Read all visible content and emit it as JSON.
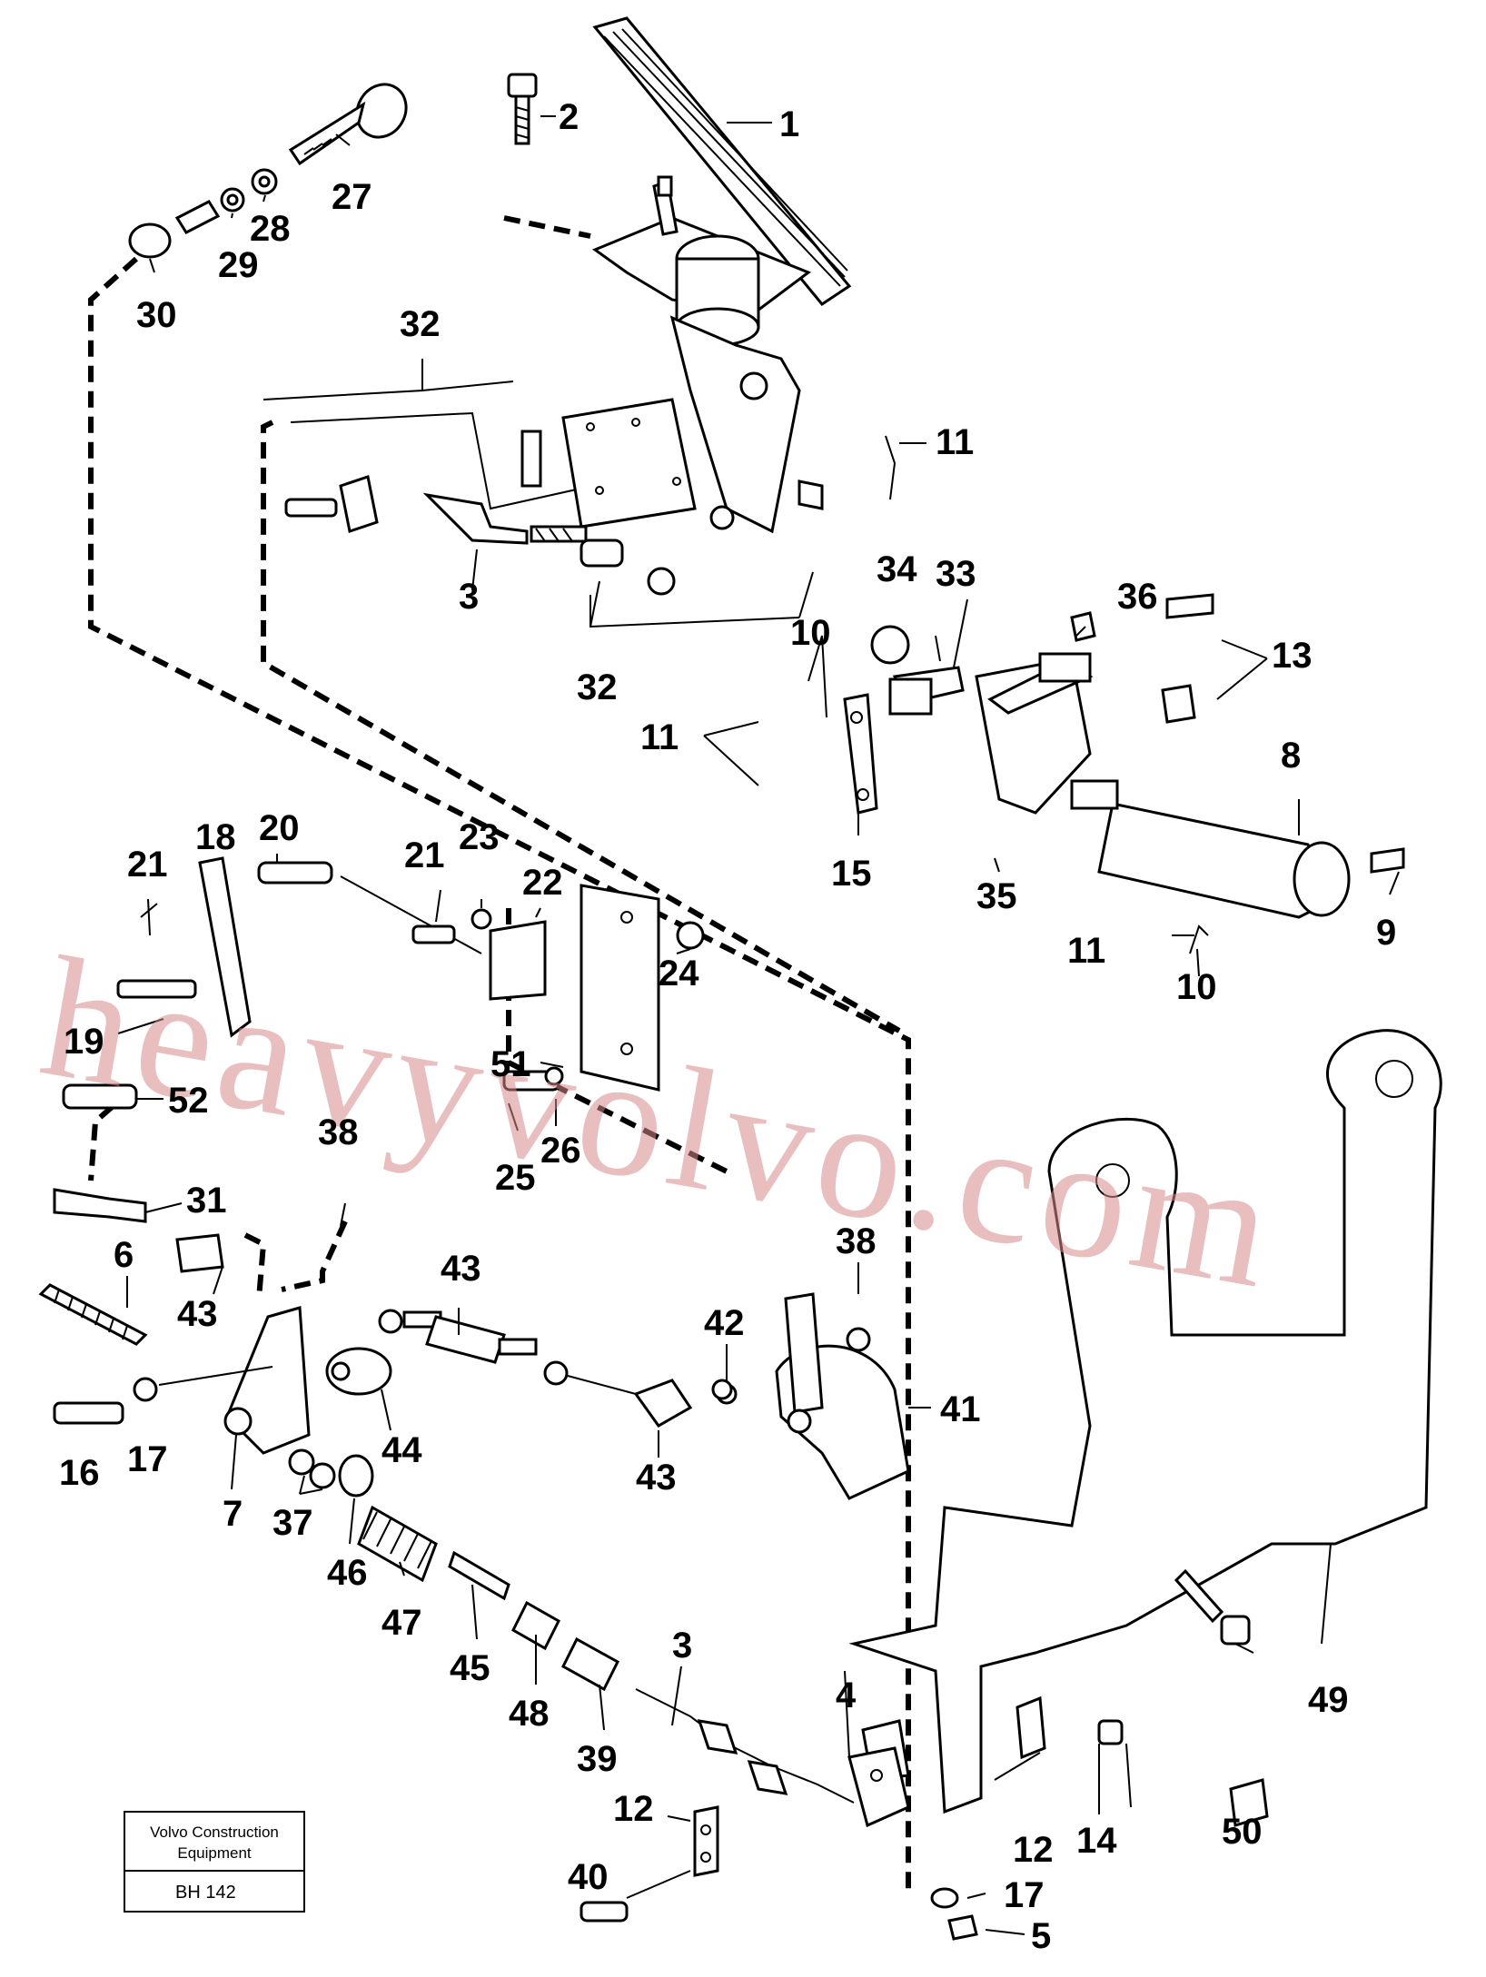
{
  "diagram": {
    "watermark": "heavyvolvo.com",
    "title_block": {
      "line1": "Volvo Construction",
      "line2": "Equipment",
      "code": "BH 142"
    },
    "part_labels": {
      "p1": "1",
      "p2": "2",
      "p3a": "3",
      "p3b": "3",
      "p4": "4",
      "p5": "5",
      "p6": "6",
      "p7": "7",
      "p8": "8",
      "p9": "9",
      "p10a": "10",
      "p10b": "10",
      "p11a": "11",
      "p11b": "11",
      "p11c": "11",
      "p12a": "12",
      "p12b": "12",
      "p13": "13",
      "p14": "14",
      "p15": "15",
      "p16": "16",
      "p17a": "17",
      "p17b": "17",
      "p18": "18",
      "p19": "19",
      "p20": "20",
      "p21a": "21",
      "p21b": "21",
      "p22": "22",
      "p23": "23",
      "p24": "24",
      "p25": "25",
      "p26": "26",
      "p27": "27",
      "p28": "28",
      "p29": "29",
      "p30": "30",
      "p31": "31",
      "p32a": "32",
      "p32b": "32",
      "p33": "33",
      "p34": "34",
      "p35": "35",
      "p36": "36",
      "p37": "37",
      "p38a": "38",
      "p38b": "38",
      "p39": "39",
      "p40": "40",
      "p41": "41",
      "p42": "42",
      "p43a": "43",
      "p43b": "43",
      "p43c": "43",
      "p44": "44",
      "p45": "45",
      "p46": "46",
      "p47": "47",
      "p48": "48",
      "p49": "49",
      "p50": "50",
      "p51": "51",
      "p52": "52"
    }
  }
}
